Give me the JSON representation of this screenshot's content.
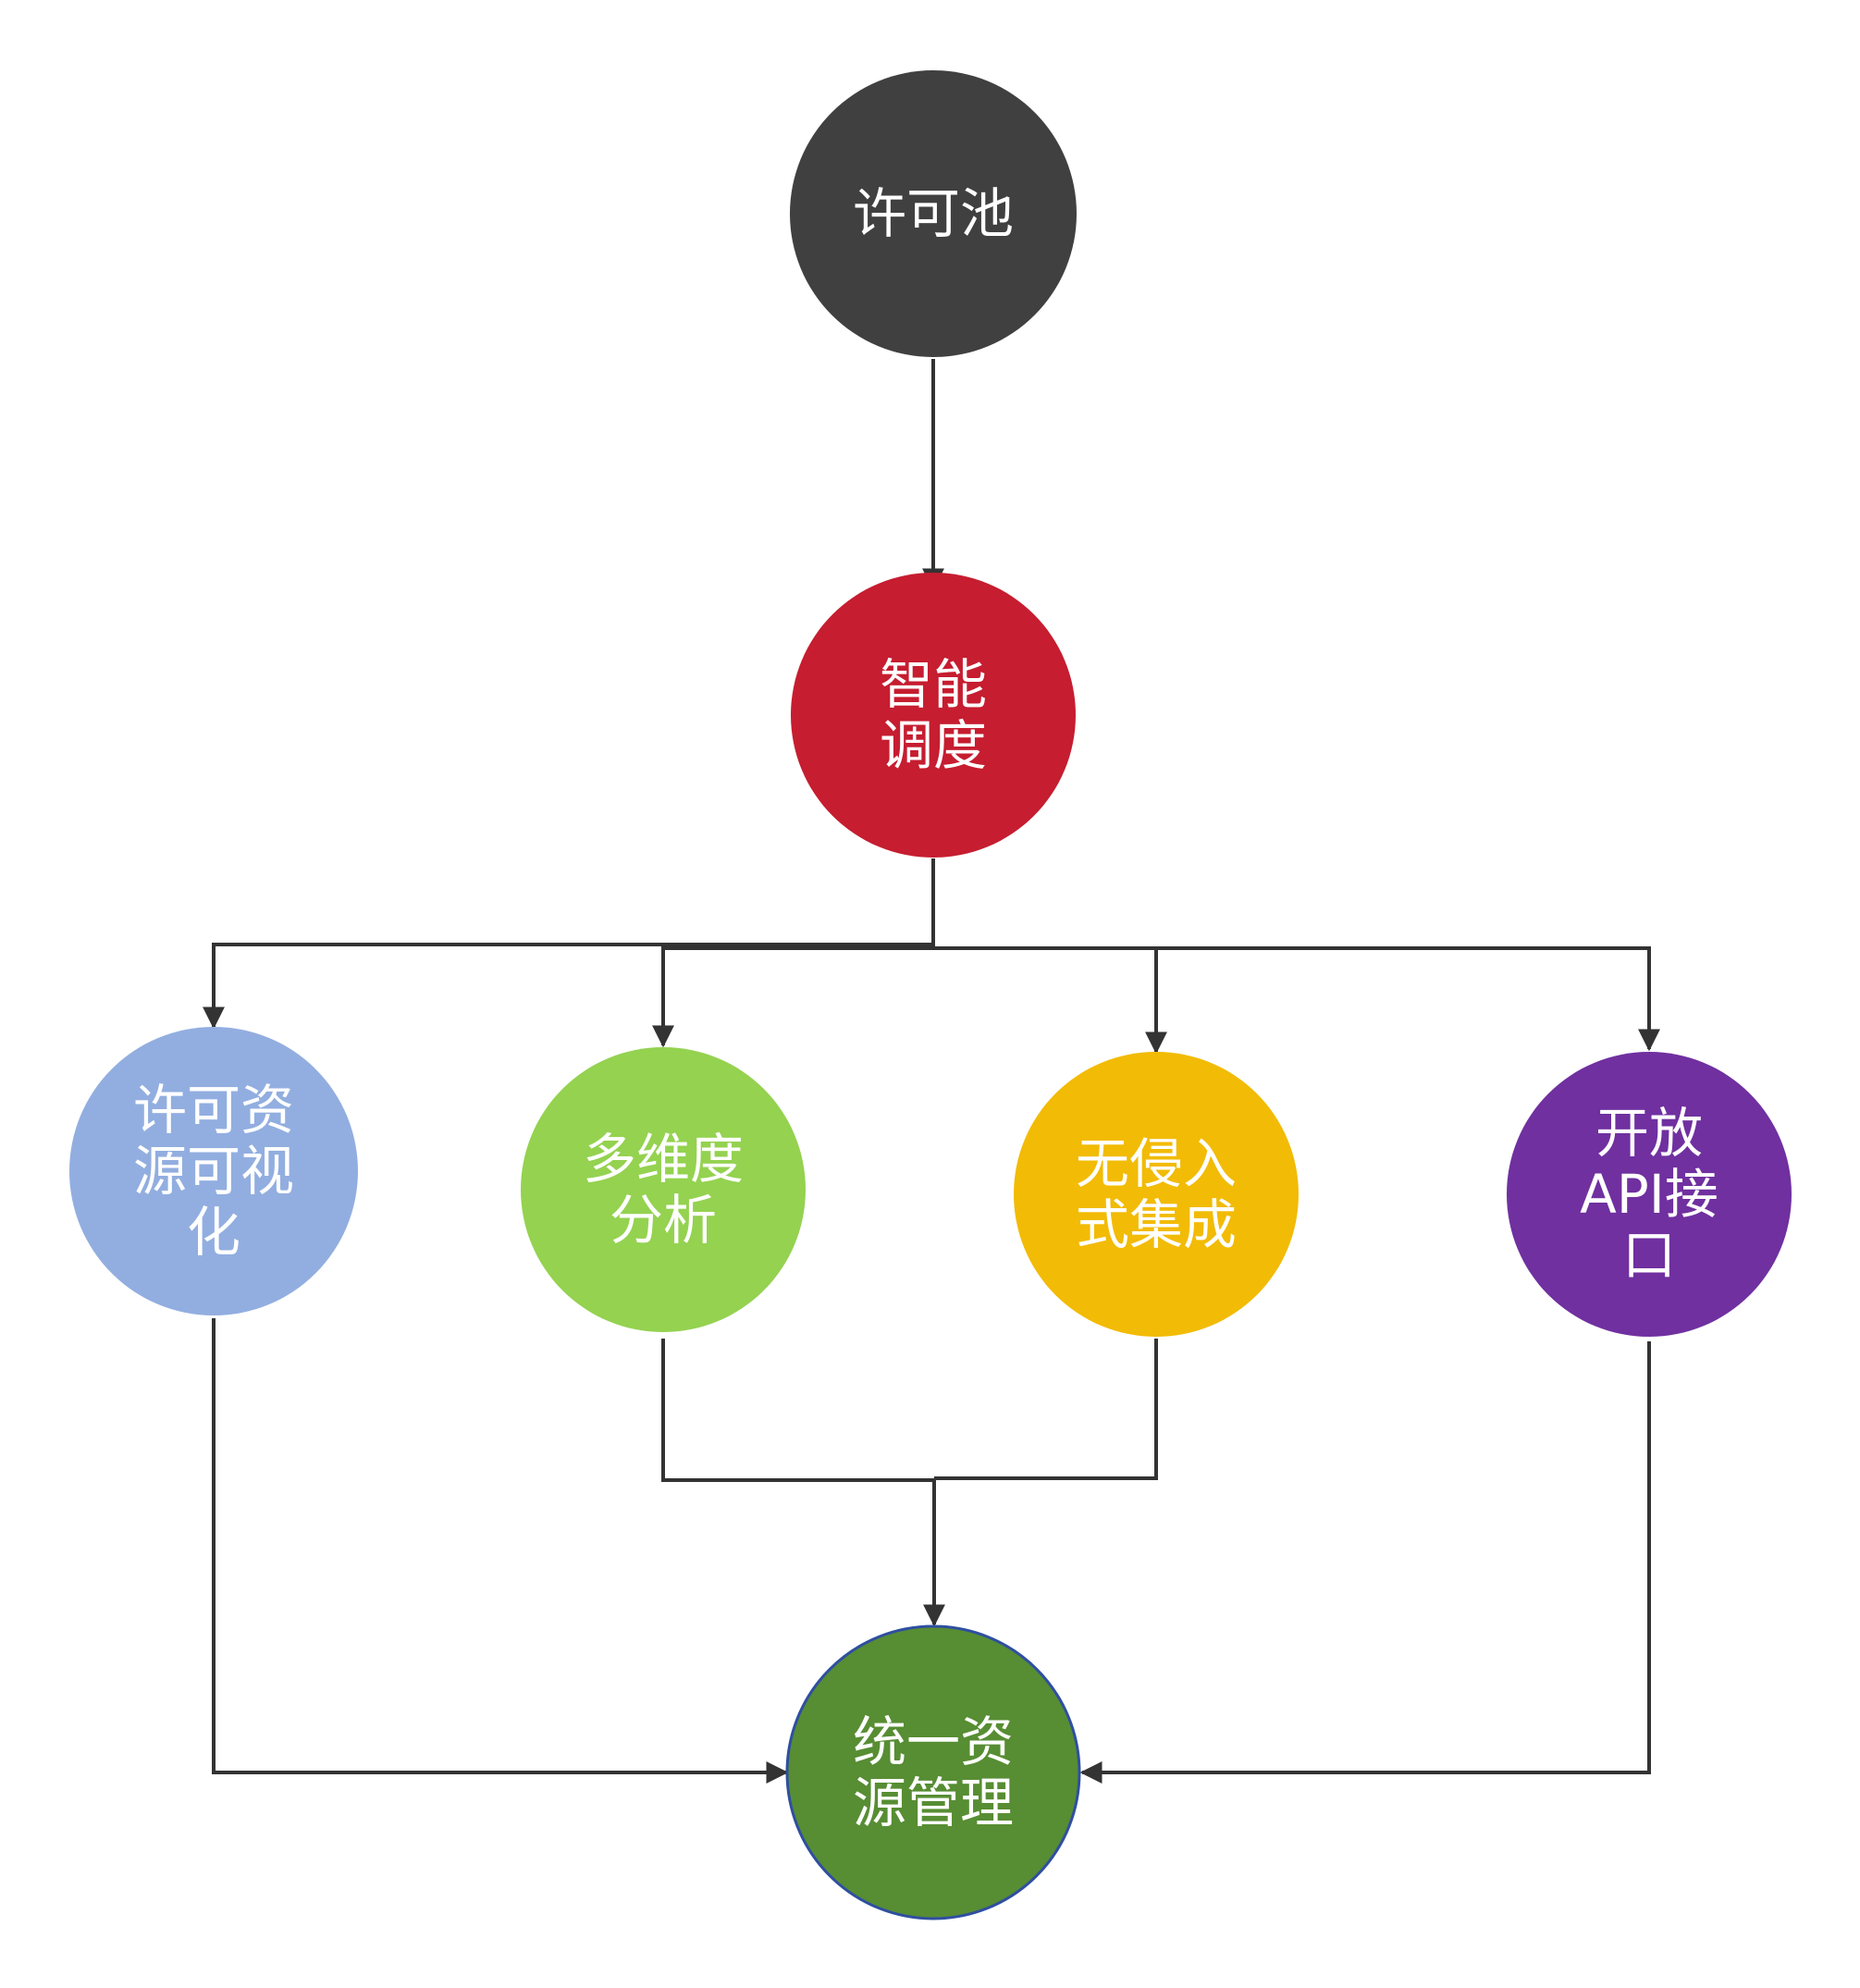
{
  "nodes": [
    {
      "id": "pool",
      "lines": [
        "许可池"
      ],
      "color": "#404040"
    },
    {
      "id": "schedule",
      "lines": [
        "智能",
        "调度"
      ],
      "color": "#c61d30"
    },
    {
      "id": "visual",
      "lines": [
        "许可资",
        "源可视",
        "化"
      ],
      "color": "#92aee0"
    },
    {
      "id": "analysis",
      "lines": [
        "多维度",
        "分析"
      ],
      "color": "#94d250"
    },
    {
      "id": "integration",
      "lines": [
        "无侵入",
        "式集成"
      ],
      "color": "#f2bb05"
    },
    {
      "id": "api",
      "lines": [
        "开放",
        "API接",
        "口"
      ],
      "color": "#7030a0"
    },
    {
      "id": "unified",
      "lines": [
        "统一资",
        "源管理"
      ],
      "color": "#578d33"
    }
  ],
  "edges": [
    [
      "pool",
      "schedule"
    ],
    [
      "schedule",
      "visual"
    ],
    [
      "schedule",
      "analysis"
    ],
    [
      "schedule",
      "integration"
    ],
    [
      "schedule",
      "api"
    ],
    [
      "visual",
      "unified"
    ],
    [
      "analysis",
      "unified"
    ],
    [
      "integration",
      "unified"
    ],
    [
      "api",
      "unified"
    ]
  ]
}
